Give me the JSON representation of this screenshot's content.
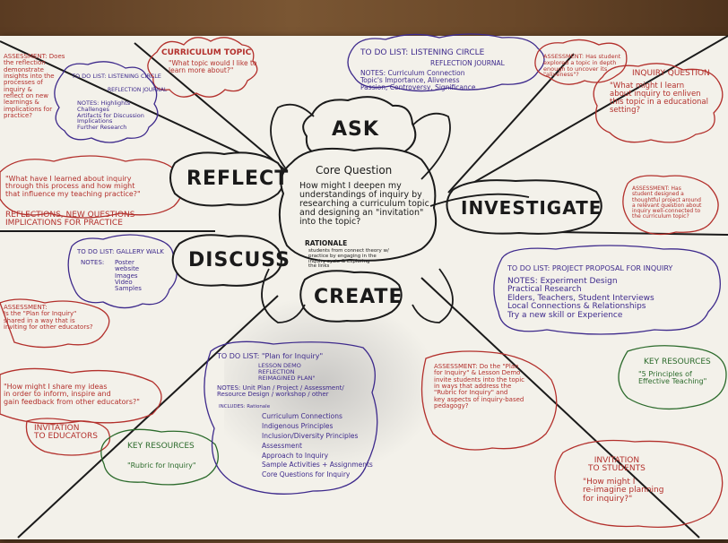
{
  "center": {
    "heading": "Core Question",
    "question": [
      "How might I deepen my",
      "understandings of inquiry by",
      "researching a curriculum topic",
      "and designing an \"invitation\"",
      "into the topic?"
    ],
    "rationale_label": "RATIONALE",
    "rationale_text": [
      "students from connect theory w/",
      "practice by engaging in the",
      "inquiry cycle & exploring",
      "the links"
    ]
  },
  "stages": {
    "ask": "ASK",
    "reflect": "REFLECT",
    "investigate": "INVESTIGATE",
    "discuss": "DISCUSS",
    "create": "CREATE"
  },
  "top": {
    "curriculum_topic": {
      "title": "CURRICULUM TOPIC",
      "text": [
        "\"What topic would I like to",
        "learn more about?\""
      ]
    },
    "todo_listening": {
      "title": "TO DO LIST: LISTENING CIRCLE",
      "item": "REFLECTION JOURNAL",
      "notes": [
        "NOTES: Curriculum Connection",
        "Topic's Importance, Aliveness",
        "Passion, Controversy, Significance"
      ]
    }
  },
  "top_left": {
    "assessment": [
      "ASSESSMENT: Does",
      "the reflection",
      "demonstrate",
      "insights into the",
      "processes of",
      "inquiry &",
      "reflect on new",
      "learnings &",
      "implications for",
      "practice?"
    ],
    "todo": {
      "title": "TO DO LIST: LISTENING CIRCLE",
      "items": [
        "REFLECTION JOURNAL"
      ],
      "notes": [
        "NOTES: Highlights",
        "Challenges",
        "Artifacts for Discussion",
        "Implications",
        "Further Research"
      ]
    },
    "question": [
      "\"What have I learned about inquiry",
      "through this process and how might",
      "that influence my teaching practice?\""
    ],
    "label": [
      "REFLECTIONS, NEW QUESTIONS",
      "IMPLICATIONS FOR PRACTICE"
    ]
  },
  "top_right": {
    "assessment": [
      "ASSESSMENT: Has student",
      "explored a topic in depth",
      "enough to uncover its",
      "\"aliveness\"?"
    ],
    "inquiry": {
      "title": "INQUIRY QUESTION",
      "text": [
        "\"What might I learn",
        "about inquiry to enliven",
        "this topic in a educational",
        "setting?"
      ]
    },
    "assessment2": [
      "ASSESSMENT: Has",
      "student designed a",
      "thoughtful project around",
      "a relevant question about",
      "inquiry well-connected to",
      "the curriculum topic?"
    ]
  },
  "left": {
    "todo": {
      "title": "TO DO LIST: GALLERY WALK",
      "notes_label": "NOTES:",
      "items": [
        "Poster",
        "website",
        "Images",
        "Video",
        "Samples"
      ]
    },
    "assessment": [
      "ASSESSMENT:",
      "Is the \"Plan for Inquiry\"",
      "shared in a way that is",
      "inviting for other educators?"
    ],
    "question": [
      "\"How might I share my ideas",
      "in order to inform, inspire and",
      "gain feedback from other educators?\""
    ],
    "invitation": [
      "INVITATION",
      "TO EDUCATORS"
    ]
  },
  "right": {
    "todo": {
      "title": "TO DO LIST: PROJECT PROPOSAL FOR INQUIRY",
      "notes": [
        "NOTES: Experiment Design",
        "Practical Research",
        "Elders, Teachers, Student Interviews",
        "Local Connections & Relationships",
        "Try a new skill or Experience"
      ]
    },
    "key_resources": {
      "title": "KEY RESOURCES",
      "text": [
        "\"5 Principles of",
        "Effective Teaching\""
      ]
    },
    "assessment": [
      "ASSESSMENT: Do the \"Plan",
      "for Inquiry\" & Lesson Demo",
      "invite students into the topic",
      "in ways that address the",
      "\"Rubric for Inquiry\" and",
      "key aspects of inquiry-based",
      "pedagogy?"
    ],
    "invitation": {
      "title": [
        "INVITATION",
        "TO STUDENTS"
      ],
      "text": [
        "\"How might I",
        "re-imagine planning",
        "for inquiry?\""
      ]
    }
  },
  "bottom": {
    "todo": {
      "title": "TO DO LIST: \"Plan for Inquiry\"",
      "items": [
        "LESSON DEMO",
        "REFLECTION",
        "REIMAGINED PLAN\""
      ],
      "notes": [
        "NOTES: Unit Plan / Project / Assessment/",
        "Resource Design / workshop / other"
      ],
      "includes_label": "INCLUDES: Rationale",
      "includes": [
        "Curriculum Connections",
        "Indigenous Principles",
        "Inclusion/Diversity Principles",
        "Assessment",
        "Approach to Inquiry",
        "Sample Activities + Assignments",
        "Core Questions for Inquiry"
      ]
    },
    "key_resources": {
      "title": "KEY RESOURCES",
      "text": "\"Rubric for Inquiry\""
    }
  },
  "colors": {
    "red": "#b3302c",
    "purple": "#3e2a8c",
    "green": "#2c6b2c",
    "black": "#1a1a1a",
    "paper": "#f3f1ea",
    "table": "#6b4a2c"
  }
}
